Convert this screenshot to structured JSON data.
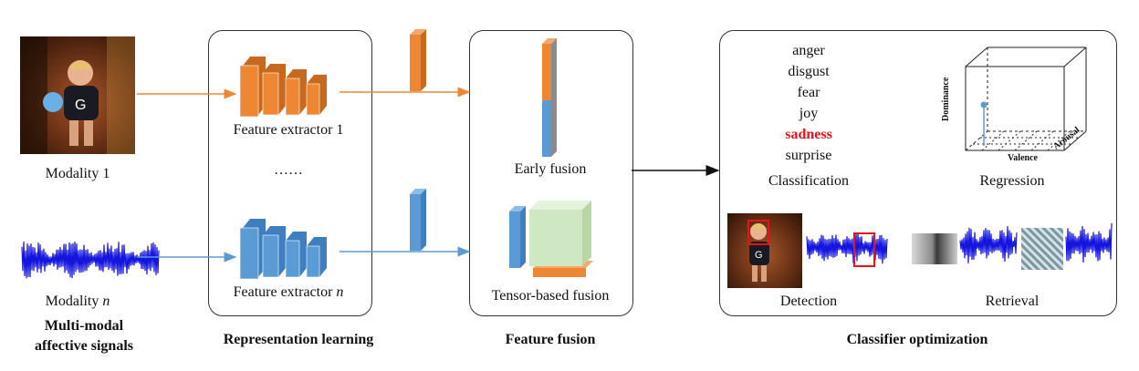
{
  "modality1": {
    "label": "Modality 1"
  },
  "modalityn": {
    "label_prefix": "Modality ",
    "label_var": "n"
  },
  "input": {
    "title_line1": "Multi-modal",
    "title_line2": "affective signals"
  },
  "representation": {
    "extractor1": "Feature extractor 1",
    "extractorn_prefix": "Feature extractor ",
    "extractorn_var": "n",
    "ellipsis": "……",
    "title": "Representation learning"
  },
  "fusion": {
    "early": "Early fusion",
    "tensor": "Tensor-based fusion",
    "title": "Feature fusion"
  },
  "classifier": {
    "emotions": [
      "anger",
      "disgust",
      "fear",
      "joy",
      "sadness",
      "surprise"
    ],
    "highlighted_emotion": "sadness",
    "classification": "Classification",
    "regression": "Regression",
    "detection": "Detection",
    "retrieval": "Retrieval",
    "title": "Classifier optimization",
    "axes": {
      "dominance": "Dominance",
      "arousal": "Arousal",
      "valence": "Valence"
    }
  },
  "colors": {
    "orange": "#ee8733",
    "blue": "#5b9bd5",
    "highlight_red": "#e8121a",
    "waveform": "#1515e0",
    "tensor_green": "#cfe7c2"
  }
}
